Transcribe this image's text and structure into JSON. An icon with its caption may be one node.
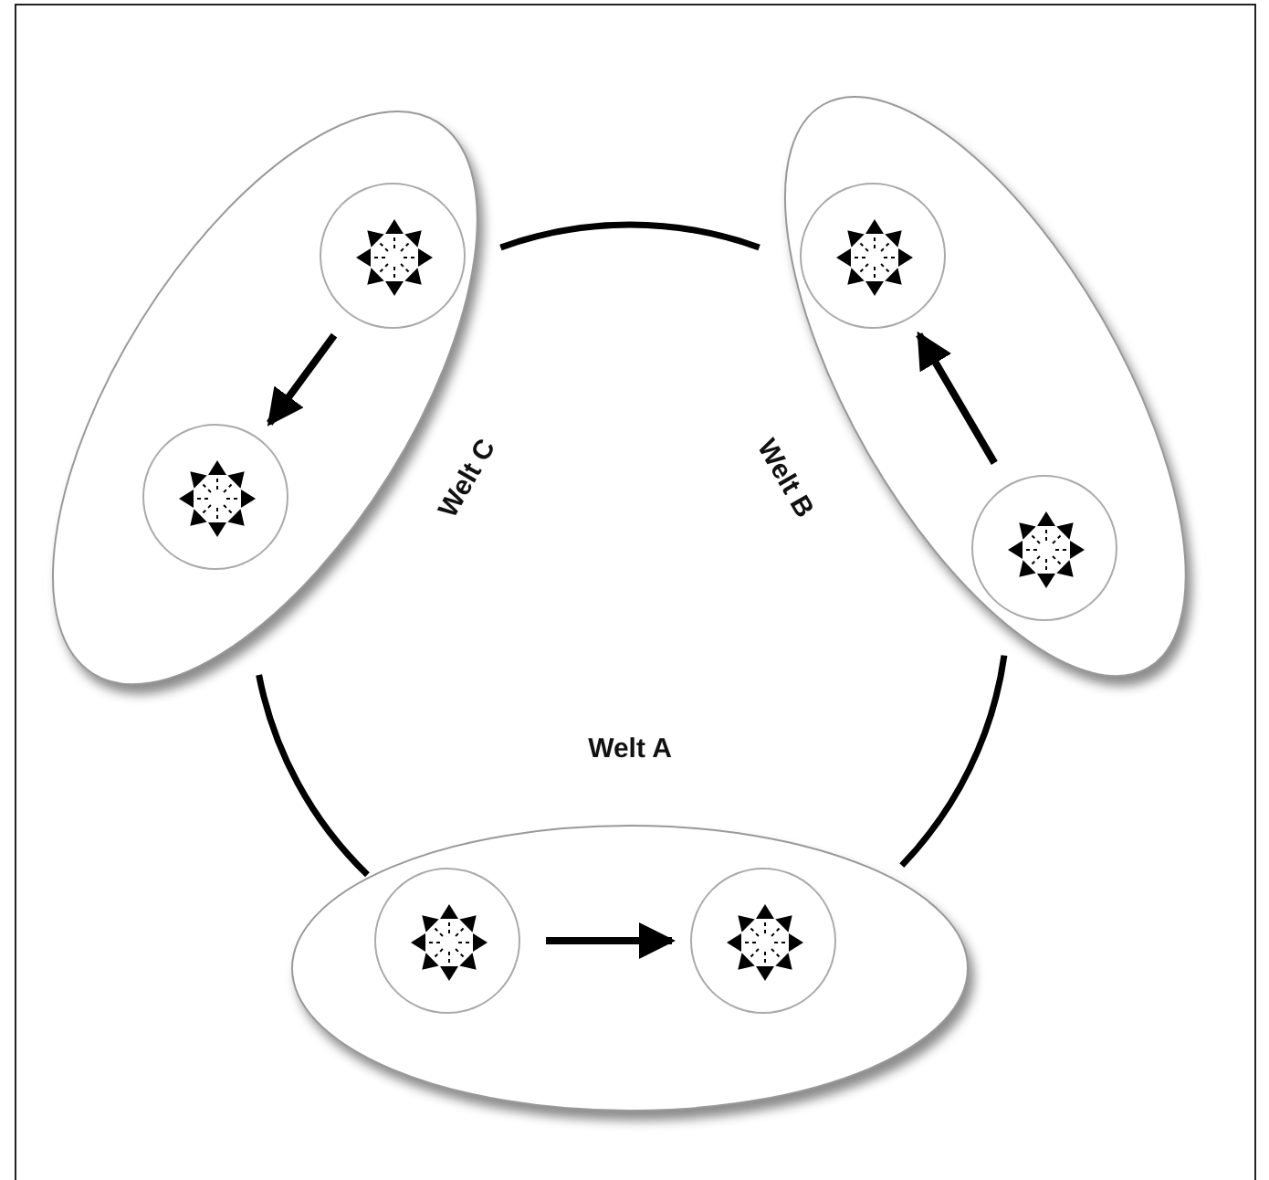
{
  "diagram": {
    "nodes": [
      {
        "text": [],
        "shape": "ellipse",
        "beside": [
          "Welt A"
        ]
      },
      {
        "text": [],
        "shape": "circle",
        "in": 0
      },
      {
        "text": [],
        "shape": "circle",
        "in": 0
      },
      {
        "text": [],
        "shape": "ellipse",
        "beside": [
          "Welt B"
        ]
      },
      {
        "text": [],
        "shape": "circle",
        "in": 3
      },
      {
        "text": [],
        "shape": "circle",
        "in": 3
      },
      {
        "text": [],
        "shape": "ellipse",
        "beside": [
          "Welt C"
        ]
      },
      {
        "text": [],
        "shape": "circle",
        "in": 6
      },
      {
        "text": [],
        "shape": "circle",
        "in": 6
      }
    ],
    "edges": [
      {
        "from": 1,
        "to": 2,
        "arrow": "to"
      },
      {
        "from": 4,
        "to": 5,
        "arrow": "to"
      },
      {
        "from": 7,
        "to": 8,
        "arrow": "to"
      },
      {
        "from": 0,
        "to": 3,
        "arrow": "none"
      },
      {
        "from": 3,
        "to": 6,
        "arrow": "none"
      },
      {
        "from": 6,
        "to": 0,
        "arrow": "none"
      }
    ]
  }
}
